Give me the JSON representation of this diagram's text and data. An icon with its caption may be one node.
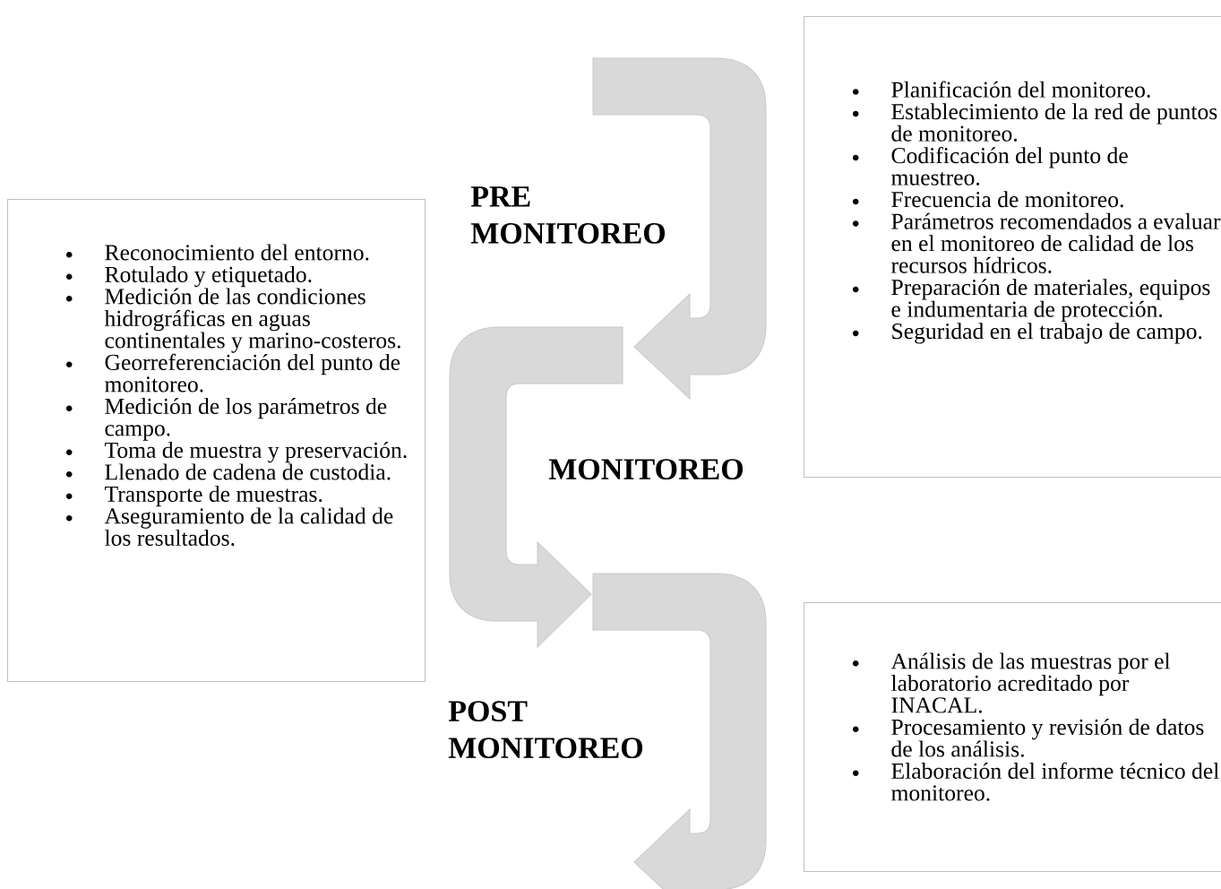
{
  "diagram": {
    "nodes": [
      {
        "text": [
          "Planificación del monitoreo.",
          "Establecimiento de la red de puntos de monitoreo.",
          "Codificación del punto de muestreo.",
          "Frecuencia de monitoreo.",
          "Parámetros recomendados a evaluar en el monitoreo de calidad de los recursos hídricos.",
          "Preparación de materiales, equipos e indumentaria de protección.",
          "Seguridad en el trabajo de campo."
        ]
      },
      {
        "text": [
          "Reconocimiento del entorno.",
          "Rotulado y etiquetado.",
          "Medición de las condiciones hidrográficas en aguas continentales y marino-costeros.",
          "Georreferenciación del punto de monitoreo.",
          "Medición de los parámetros de campo.",
          "Toma de muestra y preservación.",
          "Llenado de cadena de custodia.",
          "Transporte de muestras.",
          "Aseguramiento de la calidad de los resultados."
        ]
      },
      {
        "text": [
          "Análisis de las muestras por el laboratorio acreditado por INACAL.",
          "Procesamiento y revisión de datos de los análisis.",
          "Elaboración del informe técnico del monitoreo."
        ]
      }
    ],
    "labels": [
      "PRE MONITOREO",
      "MONITOREO",
      "POST MONITOREO"
    ]
  }
}
